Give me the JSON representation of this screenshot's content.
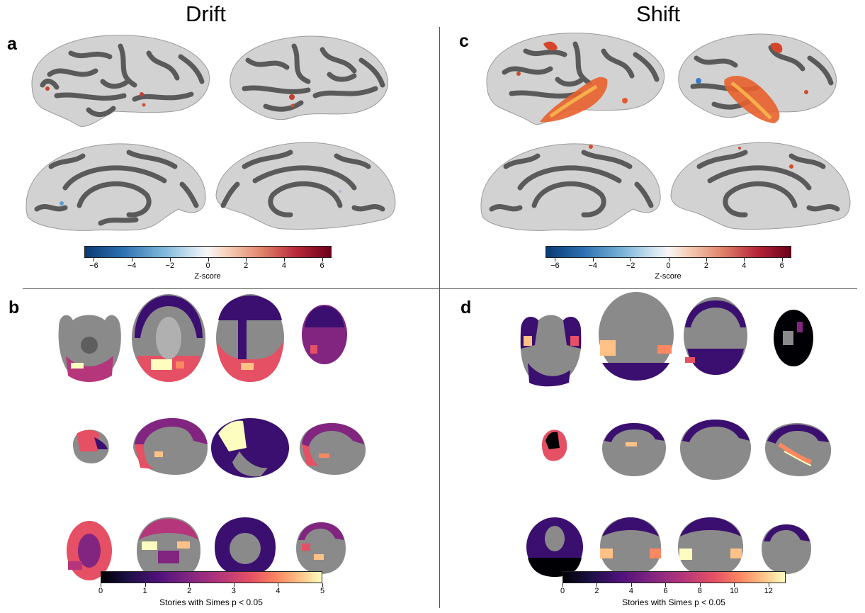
{
  "titles": {
    "left": "Drift",
    "right": "Shift"
  },
  "panel_labels": {
    "a": "a",
    "b": "b",
    "c": "c",
    "d": "d"
  },
  "colorbar_zscore": {
    "label": "Z-score",
    "min": -6.5,
    "max": 6.5,
    "ticks": [
      "−6",
      "−4",
      "−2",
      "0",
      "2",
      "4",
      "6"
    ],
    "tick_values": [
      -6,
      -4,
      -2,
      0,
      2,
      4,
      6
    ],
    "colormap": "RdBu_r"
  },
  "colorbar_drift": {
    "label": "Stories with Simes p < 0.05",
    "min": 0,
    "max": 5,
    "ticks": [
      "0",
      "1",
      "2",
      "3",
      "4",
      "5"
    ],
    "tick_values": [
      0,
      1,
      2,
      3,
      4,
      5
    ],
    "colormap": "magma"
  },
  "colorbar_shift": {
    "label": "Stories with Simes p < 0.05",
    "min": 0,
    "max": 13,
    "ticks": [
      "0",
      "2",
      "4",
      "6",
      "8",
      "10",
      "12"
    ],
    "tick_values": [
      0,
      2,
      4,
      6,
      8,
      10,
      12
    ],
    "colormap": "magma"
  },
  "colors": {
    "cortex_gyri": "#d2d2d2",
    "cortex_sulci": "#5a5a5a",
    "mri_gray": "#8a8a8a",
    "magma_dark": "#3b0f70",
    "magma_mid": "#b5367a",
    "magma_bright": "#fcfdbf",
    "activation_hot": "#e8612c",
    "activation_cold": "#2b6fb0"
  }
}
